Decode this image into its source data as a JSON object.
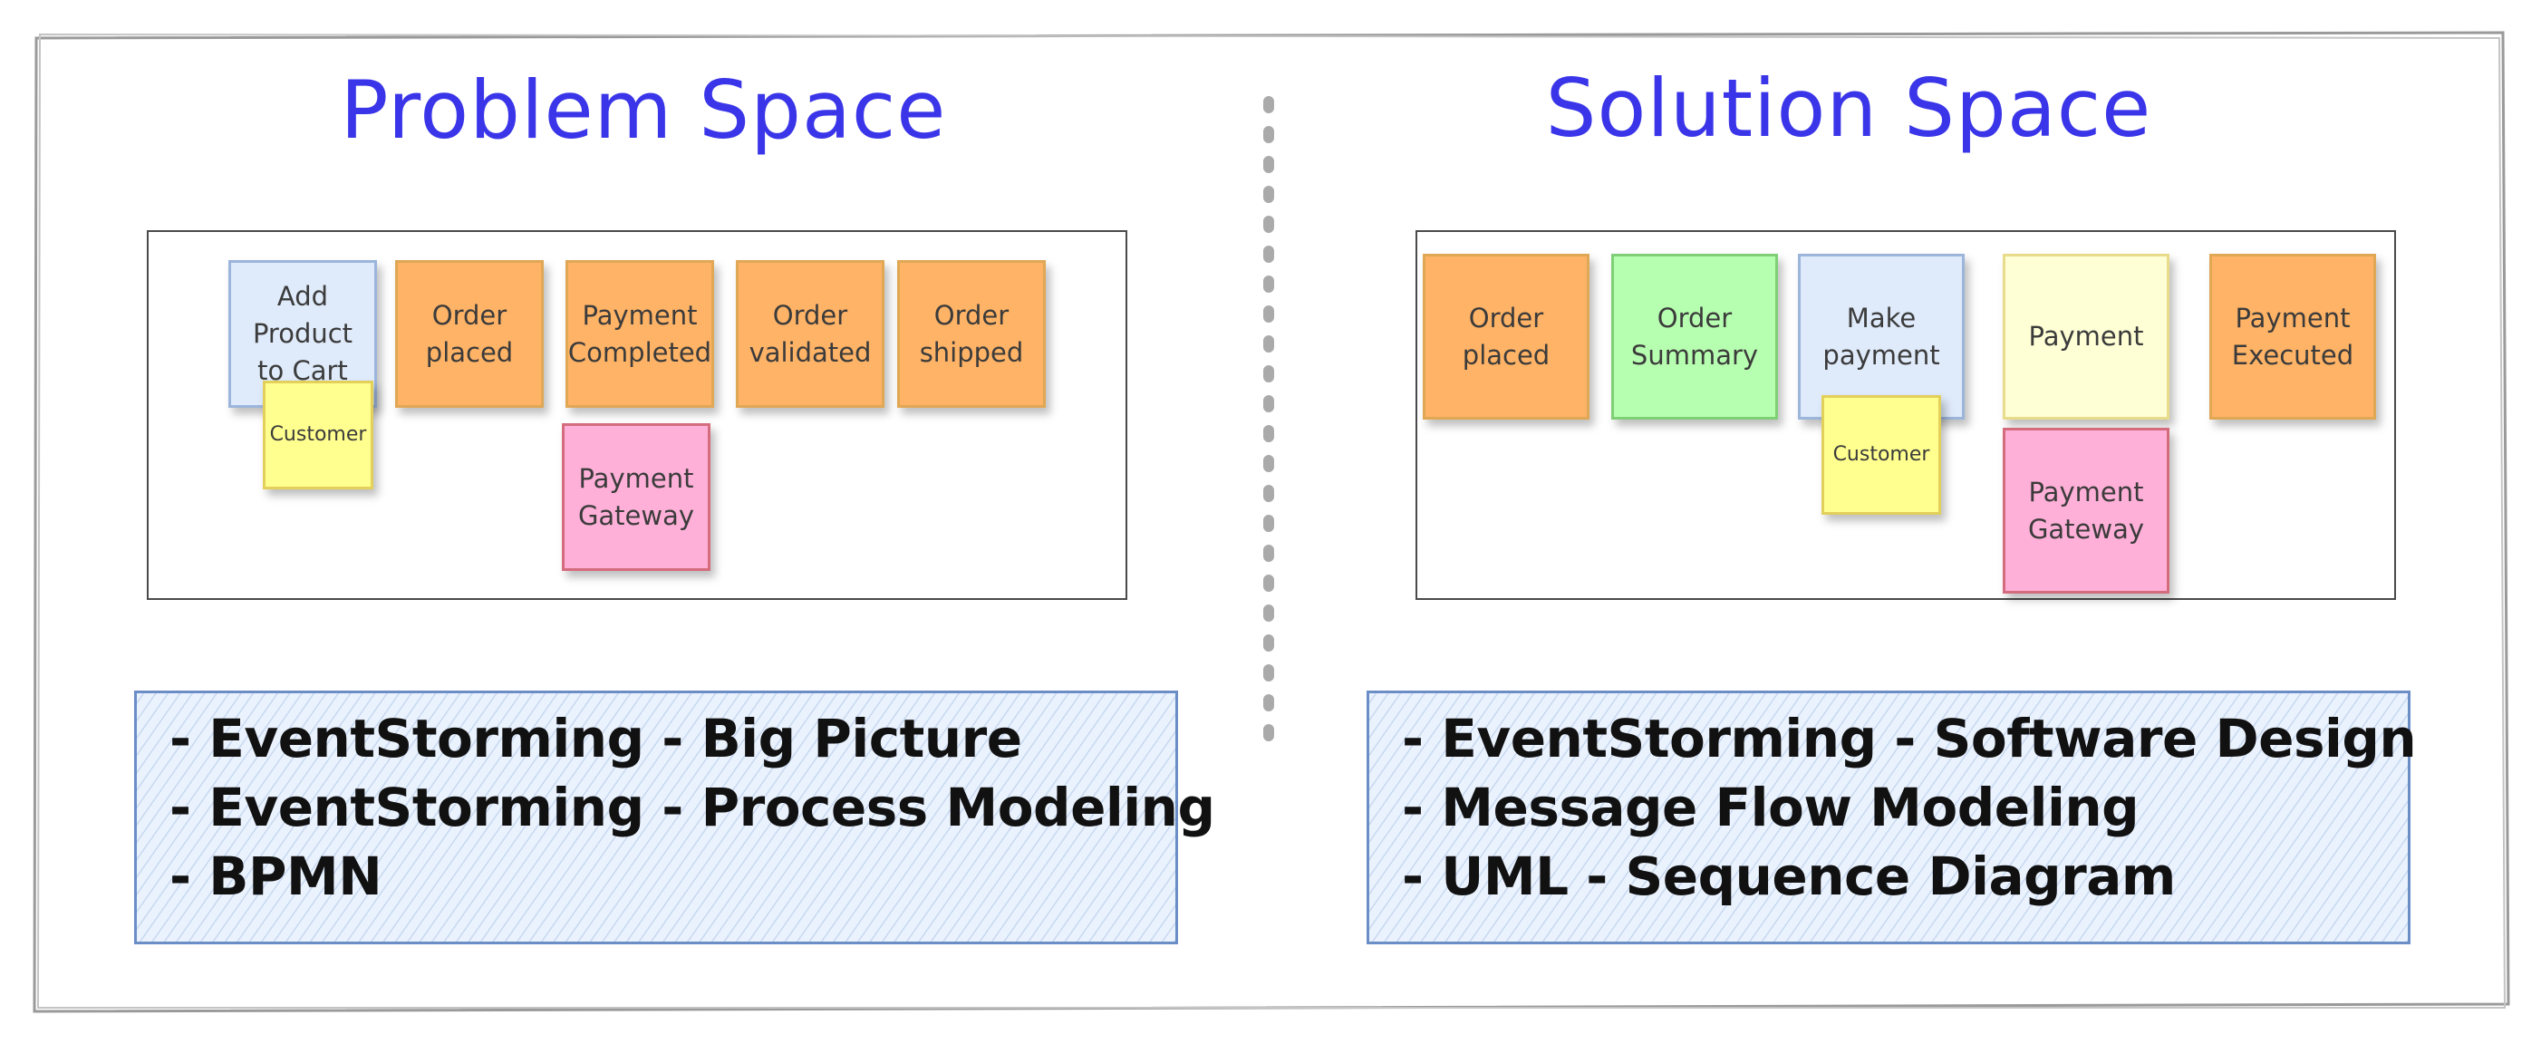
{
  "colors": {
    "title": "#3a35e8",
    "divider": "#aaaaaa",
    "event_orange": "#ffb366",
    "command_blue": "#dfeafa",
    "actor_yellow": "#ffff8f",
    "external_pink": "#ffb0d8",
    "readmodel_green": "#b7ffb0",
    "aggregate_cream": "#ffffd6",
    "list_border": "#6b8ec6"
  },
  "problem": {
    "title": "Problem Space",
    "stickies": [
      {
        "text": "Add\nProduct\nto Cart",
        "kind": "command"
      },
      {
        "text": "Order\nplaced",
        "kind": "event"
      },
      {
        "text": "Payment\nCompleted",
        "kind": "event"
      },
      {
        "text": "Order\nvalidated",
        "kind": "event"
      },
      {
        "text": "Order\nshipped",
        "kind": "event"
      },
      {
        "text": "Customer",
        "kind": "actor"
      },
      {
        "text": "Payment\nGateway",
        "kind": "external-system"
      }
    ],
    "techniques": [
      "- EventStorming - Big Picture",
      "- EventStorming - Process Modeling",
      "- BPMN"
    ]
  },
  "solution": {
    "title": "Solution Space",
    "stickies": [
      {
        "text": "Order\nplaced",
        "kind": "event"
      },
      {
        "text": "Order\nSummary",
        "kind": "read-model"
      },
      {
        "text": "Make\npayment",
        "kind": "command"
      },
      {
        "text": "Customer",
        "kind": "actor"
      },
      {
        "text": "Payment",
        "kind": "aggregate"
      },
      {
        "text": "Payment\nGateway",
        "kind": "external-system"
      },
      {
        "text": "Payment\nExecuted",
        "kind": "event"
      }
    ],
    "techniques": [
      "- EventStorming - Software Design",
      "- Message Flow Modeling",
      "- UML - Sequence Diagram"
    ]
  }
}
